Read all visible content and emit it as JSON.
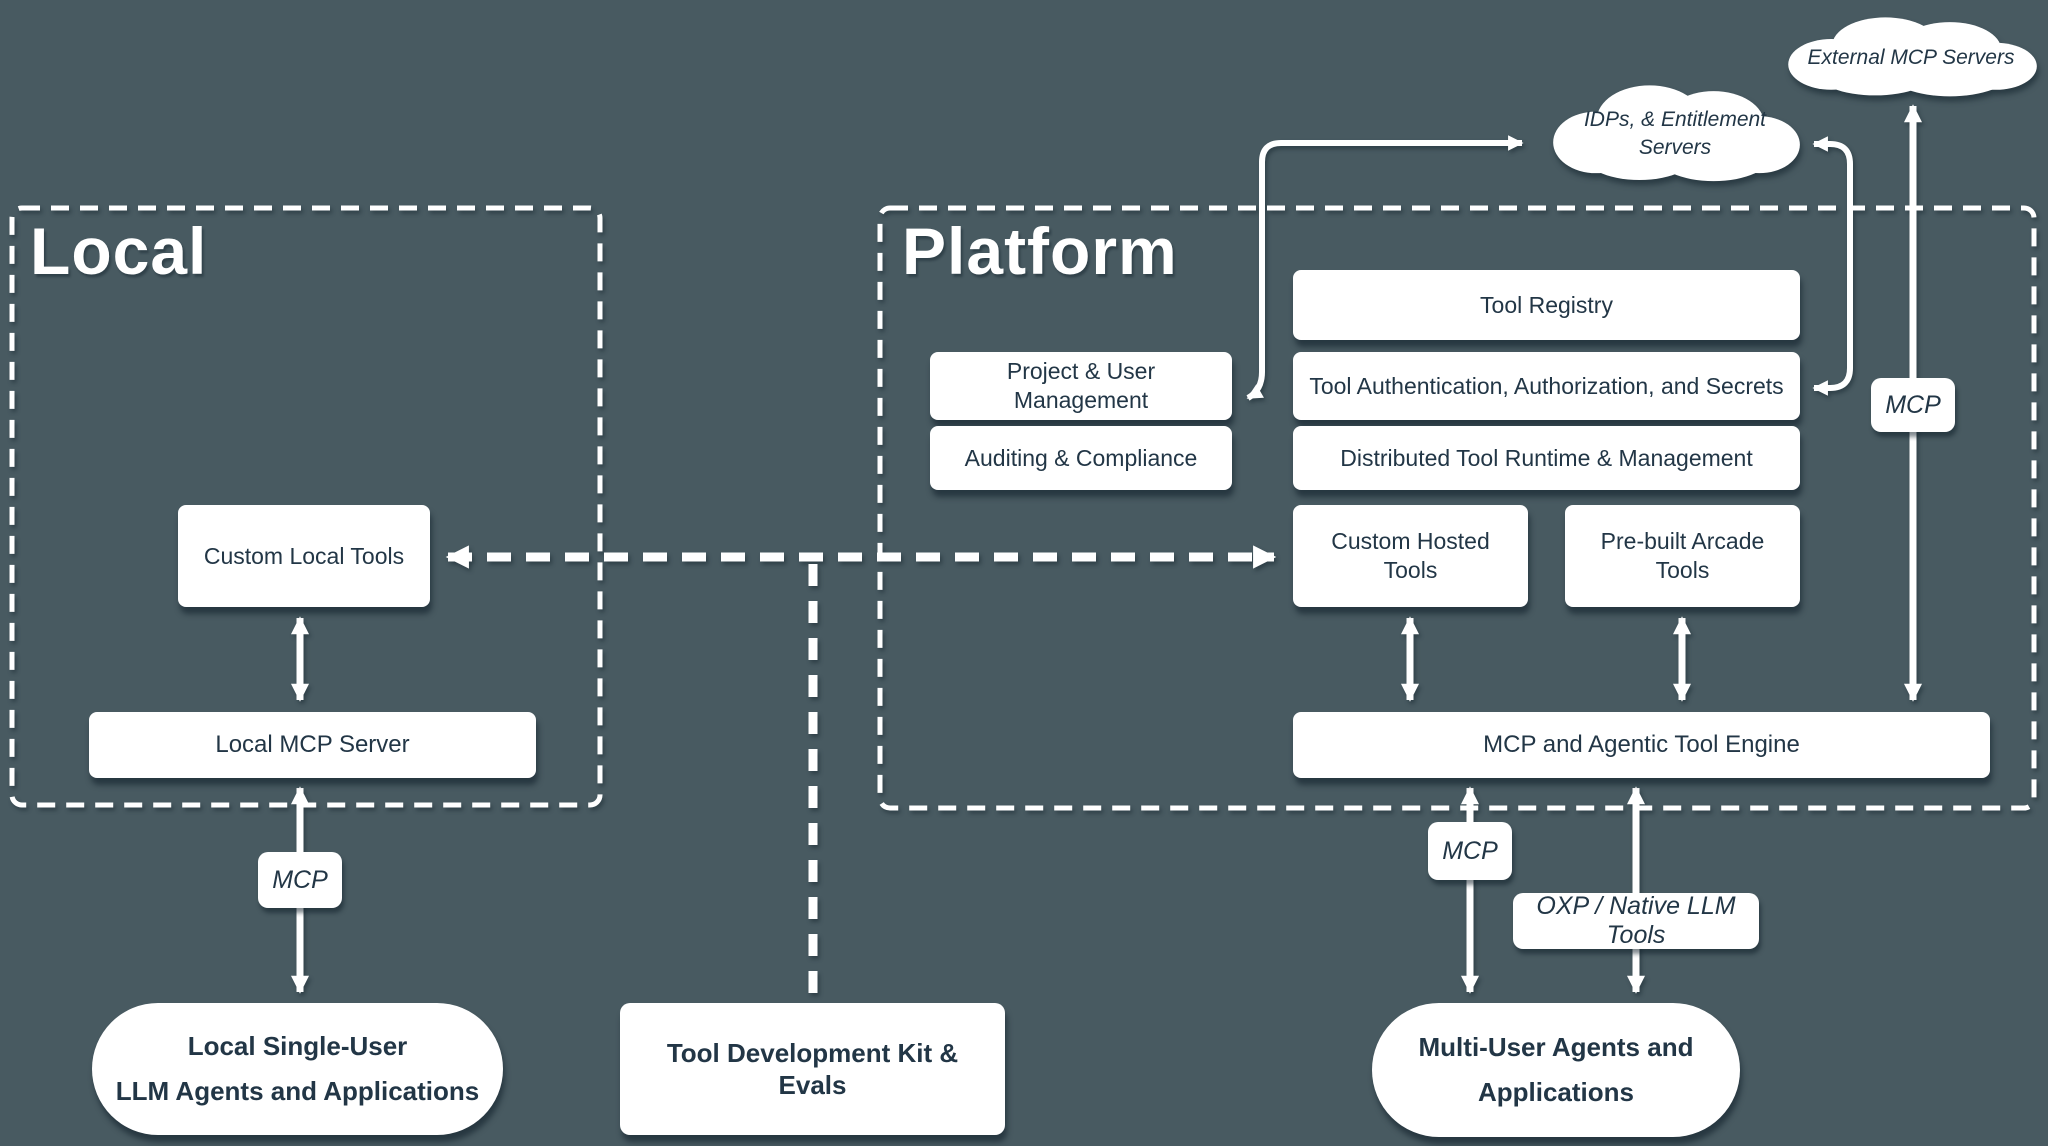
{
  "colors": {
    "background": "#485A61",
    "text_dark": "#223646",
    "shape_fill": "#FFFFFF"
  },
  "regions": {
    "local": "Local",
    "platform": "Platform"
  },
  "clouds": {
    "external_mcp": "External MCP Servers",
    "idp_line1": "IDPs, & Entitlement",
    "idp_line2": "Servers"
  },
  "nodes": {
    "tool_registry": "Tool Registry",
    "project_user_management": "Project & User Management",
    "tool_authentication": "Tool Authentication, Authorization, and Secrets",
    "auditing_compliance": "Auditing & Compliance",
    "distributed_runtime": "Distributed Tool Runtime & Management",
    "custom_hosted_tools": "Custom Hosted Tools",
    "prebuilt_arcade_tools": "Pre-built Arcade Tools",
    "custom_local_tools": "Custom Local Tools",
    "local_mcp_server": "Local MCP Server",
    "mcp_engine": "MCP and Agentic Tool Engine",
    "tool_dev_kit": "Tool Development Kit & Evals",
    "local_single_user_line1": "Local Single-User",
    "local_single_user_line2": "LLM Agents and Applications",
    "multi_user_line1": "Multi-User Agents and",
    "multi_user_line2": "Applications"
  },
  "tags": {
    "mcp_local": "MCP",
    "mcp_engine": "MCP",
    "mcp_external": "MCP",
    "oxp": "OXP / Native LLM Tools"
  }
}
